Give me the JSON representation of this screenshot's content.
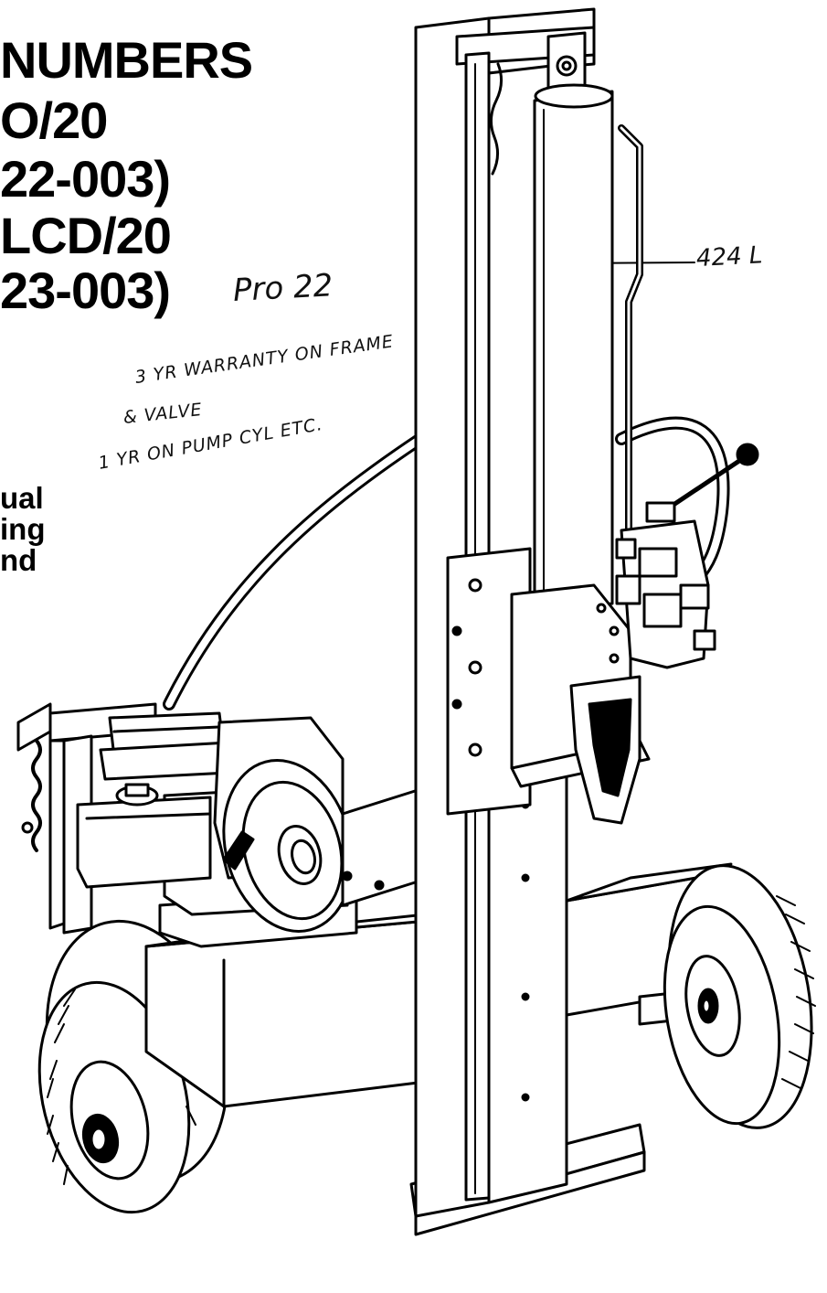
{
  "header": {
    "lines": [
      "NUMBERS",
      "O/20",
      "22-003)",
      "LCD/20",
      "23-003)"
    ]
  },
  "side_text": [
    "ual",
    "ing",
    "nd"
  ],
  "handwritten": {
    "model_note": "Pro 22",
    "margin_note": "424 L",
    "warranty_line1": "3 YR WARRANTY ON FRAME",
    "warranty_line2": "& VALVE",
    "warranty_line3": "1 YR ON PUMP CYL ETC."
  },
  "illustration": {
    "subject": "vertical-horizontal hydraulic log splitter with engine, wheels, control valve and wedge"
  }
}
